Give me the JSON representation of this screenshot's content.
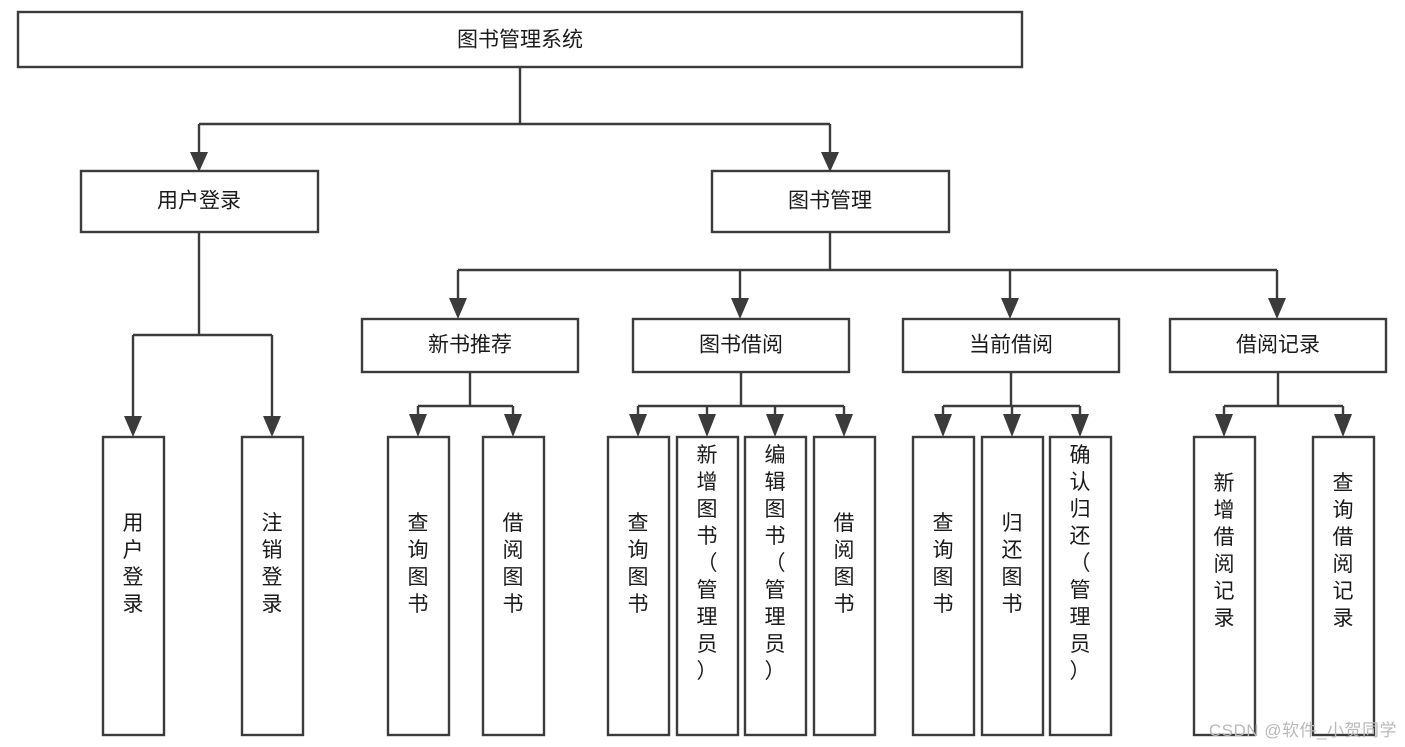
{
  "diagram": {
    "type": "tree-hierarchy",
    "title": "图书管理系统",
    "watermark": "CSDN @软件_小贺同学",
    "colors": {
      "box_stroke": "#3b3b3b",
      "box_fill": "#ffffff",
      "connector": "#3b3b3b",
      "text": "#1a1a1a",
      "watermark": "#b9b9b9",
      "background": "#ffffff"
    },
    "levels": {
      "root": {
        "label": "图书管理系统",
        "orientation": "horizontal"
      },
      "level1": [
        {
          "label": "用户登录",
          "orientation": "horizontal"
        },
        {
          "label": "图书管理",
          "orientation": "horizontal"
        }
      ],
      "level2": [
        {
          "label": "新书推荐",
          "orientation": "horizontal",
          "parent": "图书管理"
        },
        {
          "label": "图书借阅",
          "orientation": "horizontal",
          "parent": "图书管理"
        },
        {
          "label": "当前借阅",
          "orientation": "horizontal",
          "parent": "图书管理"
        },
        {
          "label": "借阅记录",
          "orientation": "horizontal",
          "parent": "图书管理"
        }
      ],
      "leaves": [
        {
          "label": "用户登录",
          "orientation": "vertical",
          "parent": "用户登录"
        },
        {
          "label": "注销登录",
          "orientation": "vertical",
          "parent": "用户登录"
        },
        {
          "label": "查询图书",
          "orientation": "vertical",
          "parent": "新书推荐"
        },
        {
          "label": "借阅图书",
          "orientation": "vertical",
          "parent": "新书推荐"
        },
        {
          "label": "查询图书",
          "orientation": "vertical",
          "parent": "图书借阅"
        },
        {
          "label": "新增图书（管理员）",
          "orientation": "vertical",
          "parent": "图书借阅"
        },
        {
          "label": "编辑图书（管理员）",
          "orientation": "vertical",
          "parent": "图书借阅"
        },
        {
          "label": "借阅图书",
          "orientation": "vertical",
          "parent": "图书借阅"
        },
        {
          "label": "查询图书",
          "orientation": "vertical",
          "parent": "当前借阅"
        },
        {
          "label": "归还图书",
          "orientation": "vertical",
          "parent": "当前借阅"
        },
        {
          "label": "确认归还（管理员）",
          "orientation": "vertical",
          "parent": "当前借阅"
        },
        {
          "label": "新增借阅记录",
          "orientation": "vertical",
          "parent": "借阅记录"
        },
        {
          "label": "查询借阅记录",
          "orientation": "vertical",
          "parent": "借阅记录"
        }
      ]
    }
  }
}
